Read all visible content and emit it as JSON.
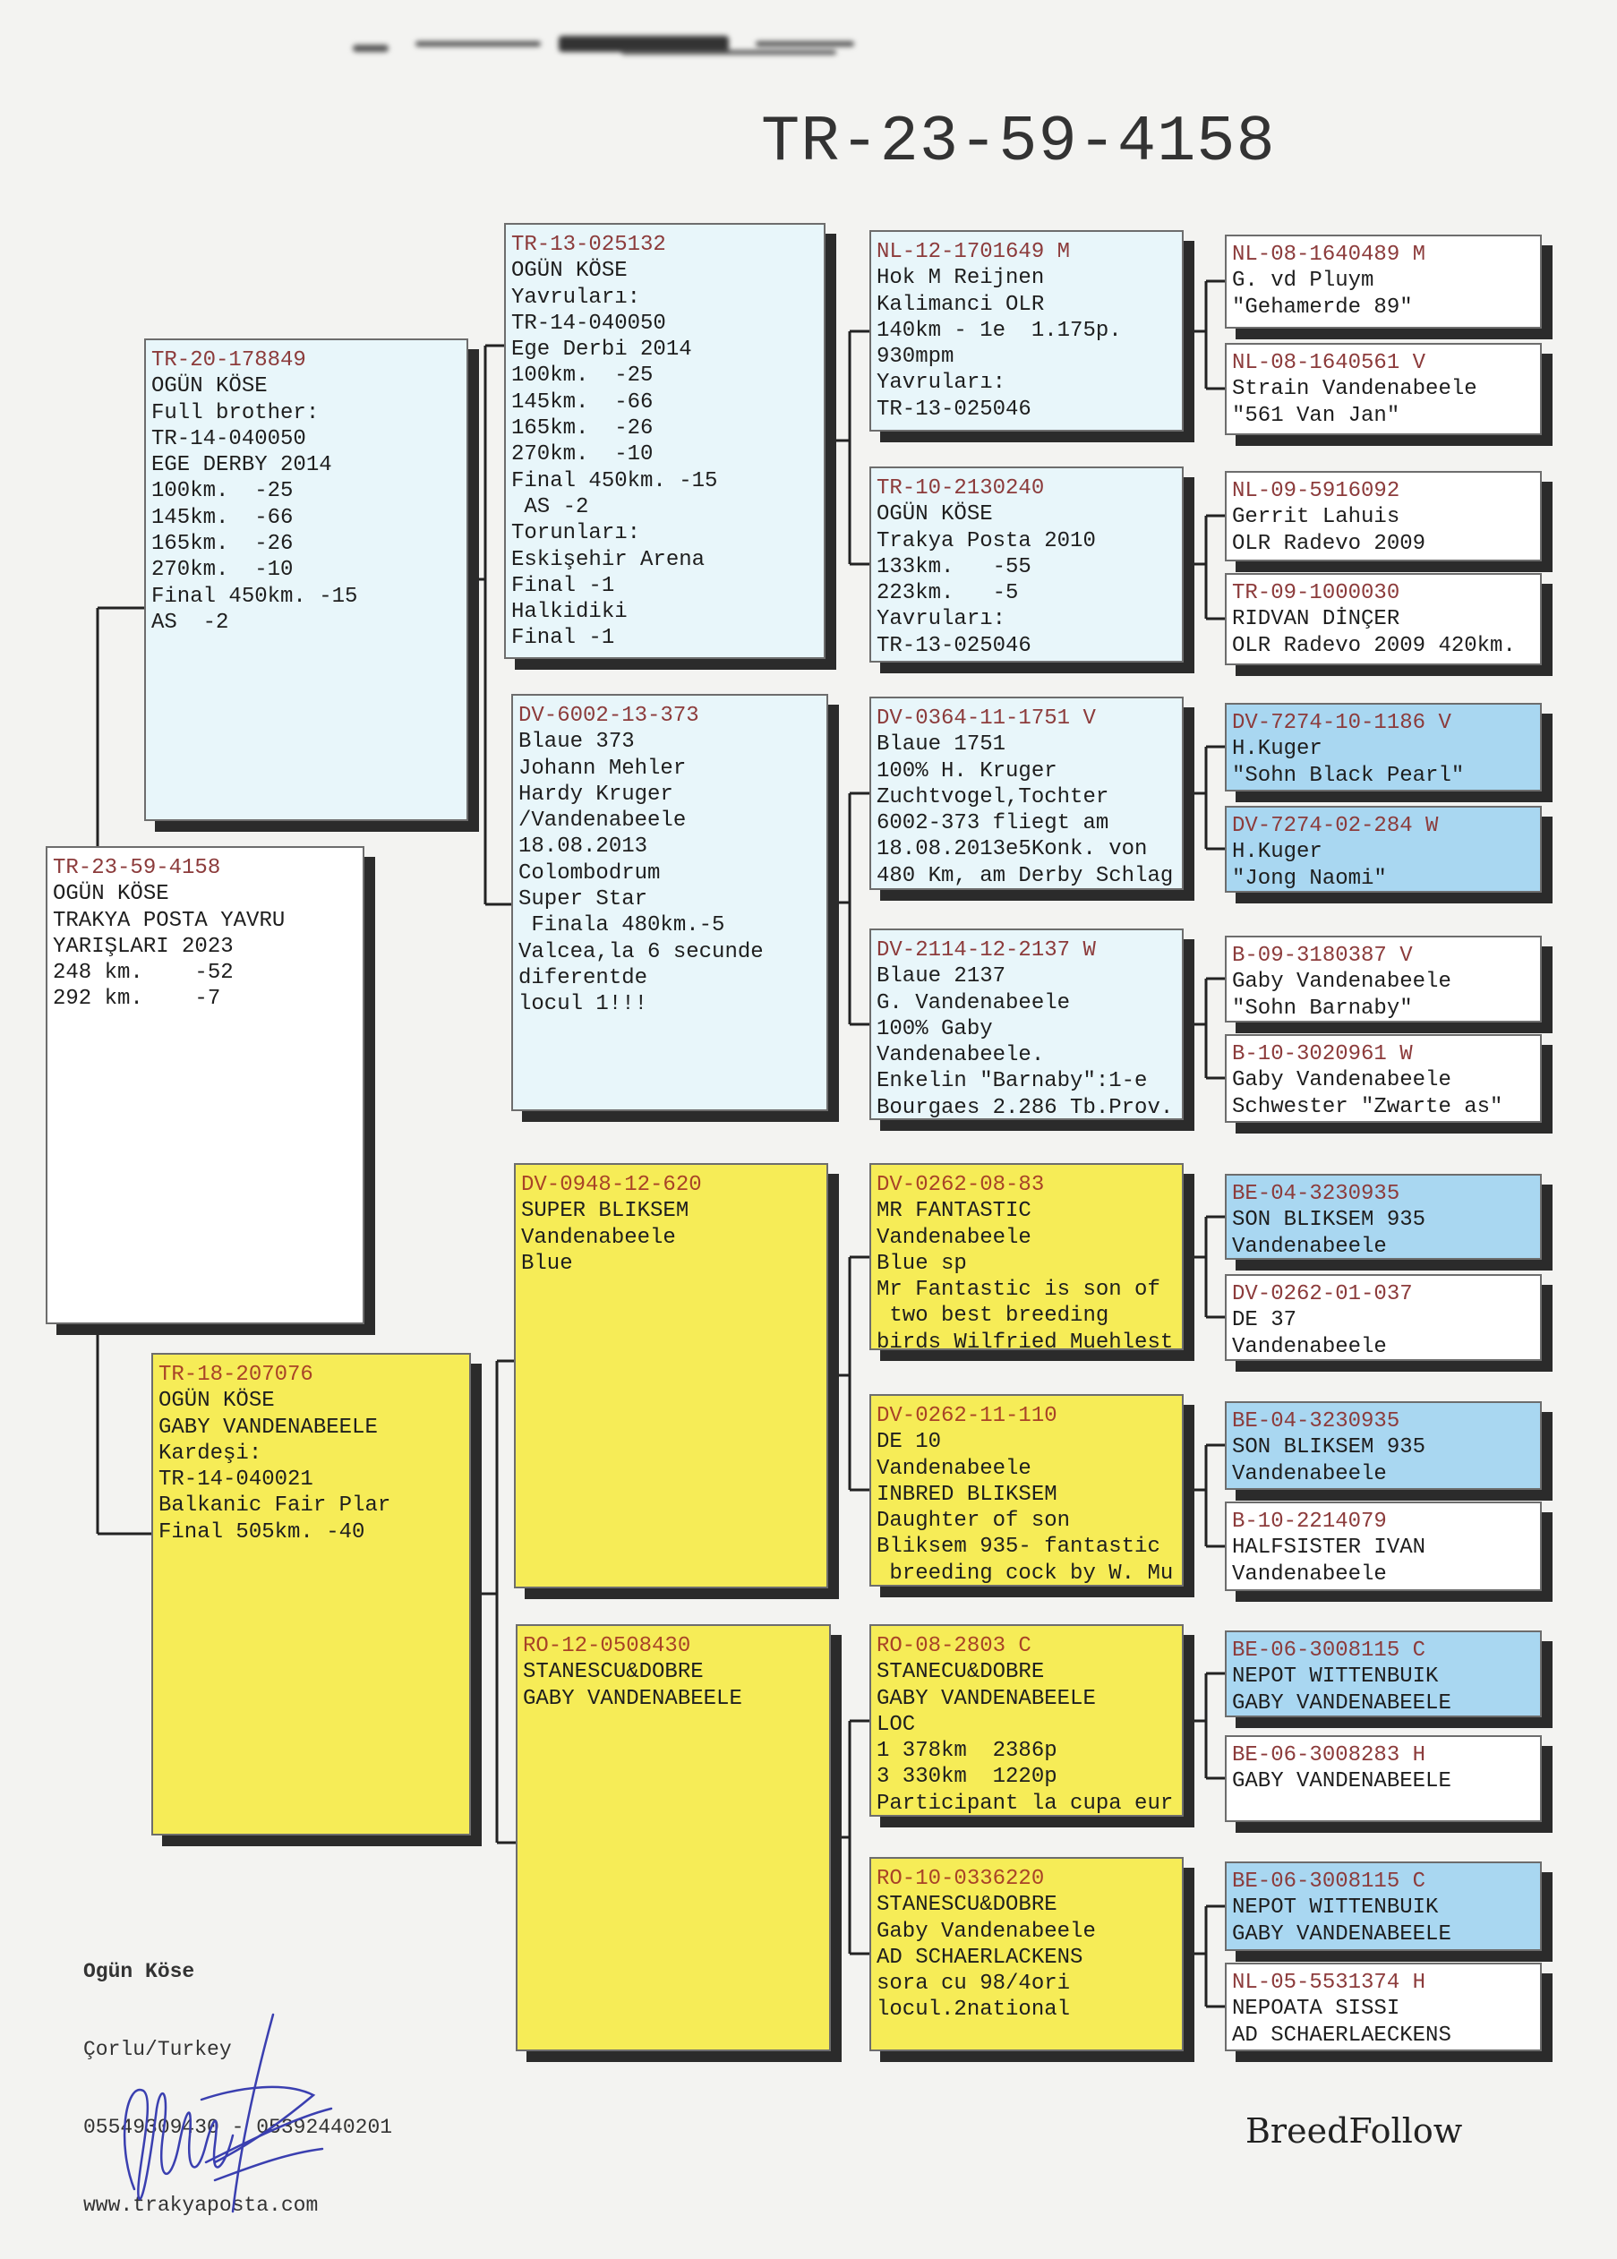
{
  "title": "TR-23-59-4158",
  "pedigree": {
    "subject": {
      "ring": "TR-23-59-4158",
      "lines": [
        "OGÜN KÖSE",
        "TRAKYA POSTA YAVRU",
        "YARIŞLARI 2023",
        "248 km.    -52",
        "292 km.    -7"
      ]
    },
    "sire": {
      "ring": "TR-20-178849",
      "lines": [
        "OGÜN KÖSE",
        "Full brother:",
        "TR-14-040050",
        "EGE DERBY 2014",
        "100km.  -25",
        "145km.  -66",
        "165km.  -26",
        "270km.  -10",
        "Final 450km. -15",
        "AS  -2"
      ]
    },
    "dam": {
      "ring": "TR-18-207076",
      "lines": [
        "OGÜN KÖSE",
        "GABY VANDENABEELE",
        "Kardeşi:",
        "TR-14-040021",
        "Balkanic Fair Plar",
        "Final 505km. -40"
      ]
    },
    "ss": {
      "ring": "TR-13-025132",
      "lines": [
        "OGÜN KÖSE",
        "Yavruları:",
        "TR-14-040050",
        "Ege Derbi 2014",
        "100km.  -25",
        "145km.  -66",
        "165km.  -26",
        "270km.  -10",
        "Final 450km. -15",
        " AS -2",
        "Torunları:",
        "Eskişehir Arena",
        "Final -1",
        "Halkidiki",
        "Final -1"
      ]
    },
    "sd": {
      "ring": "DV-6002-13-373",
      "lines": [
        "Blaue 373",
        "Johann Mehler",
        "Hardy Kruger",
        "/Vandenabeele",
        "18.08.2013",
        "Colombodrum",
        "Super Star",
        " Finala 480km.-5",
        "Valcea,la 6 secunde",
        "diferentde",
        "locul 1!!!"
      ]
    },
    "ds": {
      "ring": "DV-0948-12-620",
      "lines": [
        "SUPER BLIKSEM",
        "Vandenabeele",
        "Blue"
      ]
    },
    "dd": {
      "ring": "RO-12-0508430",
      "lines": [
        "STANESCU&DOBRE",
        "GABY VANDENABEELE"
      ]
    },
    "sss": {
      "ring": "NL-12-1701649 M",
      "lines": [
        "Hok M Reijnen",
        "Kalimanci OLR",
        "140km - 1e  1.175p.",
        "930mpm",
        "Yavruları:",
        "TR-13-025046"
      ]
    },
    "ssd": {
      "ring": "TR-10-2130240",
      "lines": [
        "OGÜN KÖSE",
        "Trakya Posta 2010",
        "133km.   -55",
        "223km.   -5",
        "Yavruları:",
        "TR-13-025046"
      ]
    },
    "sds": {
      "ring": "DV-0364-11-1751 V",
      "lines": [
        "Blaue 1751",
        "100% H. Kruger",
        "Zuchtvogel,Tochter",
        "6002-373 fliegt am",
        "18.08.2013e5Konk. von",
        "480 Km, am Derby Schlag"
      ]
    },
    "sdd": {
      "ring": "DV-2114-12-2137 W",
      "lines": [
        "Blaue 2137",
        "G. Vandenabeele",
        "100% Gaby",
        "Vandenabeele.",
        "Enkelin \"Barnaby\":1-e",
        "Bourgaes 2.286 Tb.Prov."
      ]
    },
    "dss": {
      "ring": "DV-0262-08-83",
      "lines": [
        "MR FANTASTIC",
        "Vandenabeele",
        "Blue sp",
        "Mr Fantastic is son of",
        " two best breeding",
        "birds Wilfried Muehlest"
      ]
    },
    "dsd": {
      "ring": "DV-0262-11-110",
      "lines": [
        "DE 10",
        "Vandenabeele",
        "INBRED BLIKSEM",
        "Daughter of son",
        "Bliksem 935- fantastic",
        " breeding cock by W. Mu"
      ]
    },
    "dds": {
      "ring": "RO-08-2803 C",
      "lines": [
        "STANECU&DOBRE",
        "GABY VANDENABEELE",
        "LOC",
        "1 378km  2386p",
        "3 330km  1220p",
        "Participant la cupa eur"
      ]
    },
    "ddd": {
      "ring": "RO-10-0336220",
      "lines": [
        "STANESCU&DOBRE",
        "Gaby Vandenabeele",
        "AD SCHAERLACKENS",
        "sora cu 98/4ori",
        "locul.2national"
      ]
    },
    "gen5": [
      {
        "ring": "NL-08-1640489 M",
        "lines": [
          "G. vd Pluym",
          "\"Gehamerde 89\""
        ]
      },
      {
        "ring": "NL-08-1640561 V",
        "lines": [
          "Strain Vandenabeele",
          "\"561 Van Jan\""
        ]
      },
      {
        "ring": "NL-09-5916092",
        "lines": [
          "Gerrit Lahuis",
          "OLR Radevo 2009"
        ]
      },
      {
        "ring": "TR-09-1000030",
        "lines": [
          "RIDVAN DİNÇER",
          "OLR Radevo 2009 420km."
        ]
      },
      {
        "ring": "DV-7274-10-1186 V",
        "lines": [
          "H.Kuger",
          "\"Sohn Black Pearl\""
        ]
      },
      {
        "ring": "DV-7274-02-284 W",
        "lines": [
          "H.Kuger",
          "\"Jong Naomi\""
        ]
      },
      {
        "ring": "B-09-3180387 V",
        "lines": [
          "Gaby Vandenabeele",
          "\"Sohn Barnaby\""
        ]
      },
      {
        "ring": "B-10-3020961 W",
        "lines": [
          "Gaby Vandenabeele",
          "Schwester \"Zwarte as\""
        ]
      },
      {
        "ring": "BE-04-3230935",
        "lines": [
          "SON BLIKSEM 935",
          "Vandenabeele"
        ]
      },
      {
        "ring": "DV-0262-01-037",
        "lines": [
          "DE 37",
          "Vandenabeele"
        ]
      },
      {
        "ring": "BE-04-3230935",
        "lines": [
          "SON BLIKSEM 935",
          "Vandenabeele"
        ]
      },
      {
        "ring": "B-10-2214079",
        "lines": [
          "HALFSISTER IVAN",
          "Vandenabeele"
        ]
      },
      {
        "ring": "BE-06-3008115 C",
        "lines": [
          "NEPOT WITTENBUIK",
          "GABY VANDENABEELE"
        ]
      },
      {
        "ring": "BE-06-3008283 H",
        "lines": [
          "GABY VANDENABEELE"
        ]
      },
      {
        "ring": "BE-06-3008115 C",
        "lines": [
          "NEPOT WITTENBUIK",
          "GABY VANDENABEELE"
        ]
      },
      {
        "ring": "NL-05-5531374 H",
        "lines": [
          "NEPOATA SISSI",
          "AD SCHAERLAECKENS"
        ]
      }
    ]
  },
  "contact": {
    "name": "Ogün Köse",
    "location": "Çorlu/Turkey",
    "phones": "05549309430 - 05392440201",
    "website": "www.trakyaposta.com"
  },
  "logo": "BreedFollow",
  "colors": {
    "pale_blue": "#e8f6fa",
    "yellow": "#f6ec57",
    "blue": "#a9d7f1",
    "ring_red": "#8c3b3b"
  }
}
